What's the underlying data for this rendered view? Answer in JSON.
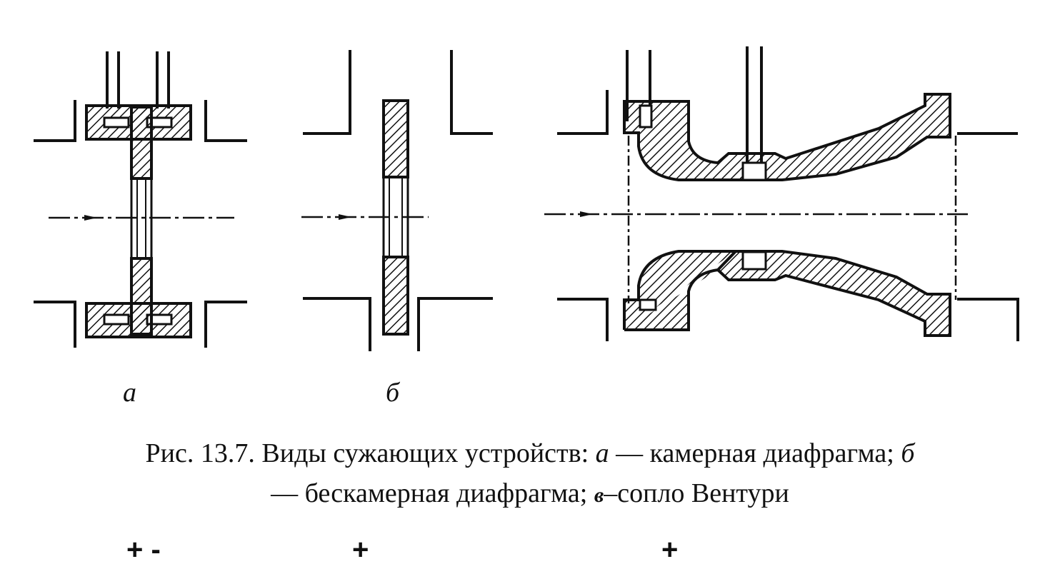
{
  "labels": {
    "a": "а",
    "b": "б"
  },
  "caption": {
    "line1_prefix": "Рис. 13.7. Виды сужающих устройств: ",
    "line1_a_letter": "а",
    "line1_a_text": " — камерная диафрагма; ",
    "line1_b_letter": "б",
    "line2_b_text": "— бескамерная диафрагма; ",
    "line2_v_letter": "в",
    "line2_v_text": "–сопло Вентури"
  },
  "signs": {
    "a": "+ -",
    "b": "+",
    "c": "+"
  },
  "colors": {
    "ink": "#111111",
    "paper": "#ffffff"
  }
}
